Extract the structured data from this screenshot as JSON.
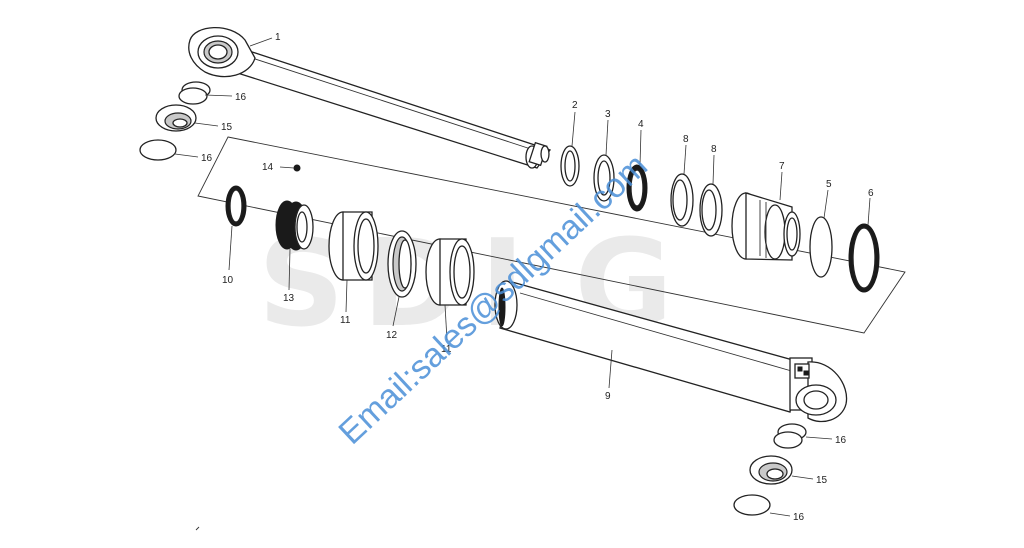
{
  "watermark": {
    "logo_text": "SDLG",
    "email_text": "Email:sales@sdlgmail.com",
    "logo_color": "#eaeaea",
    "email_color": "#4a8fd8"
  },
  "callouts": {
    "c1": "1",
    "c2": "2",
    "c3": "3",
    "c4": "4",
    "c5": "5",
    "c6": "6",
    "c7": "7",
    "c8a": "8",
    "c8b": "8",
    "c9": "9",
    "c10": "10",
    "c11a": "11",
    "c11b": "11",
    "c12": "12",
    "c13": "13",
    "c14": "14",
    "c15a": "15",
    "c15b": "15",
    "c16a": "16",
    "c16b": "16",
    "c16c": "16",
    "c16d": "16"
  }
}
